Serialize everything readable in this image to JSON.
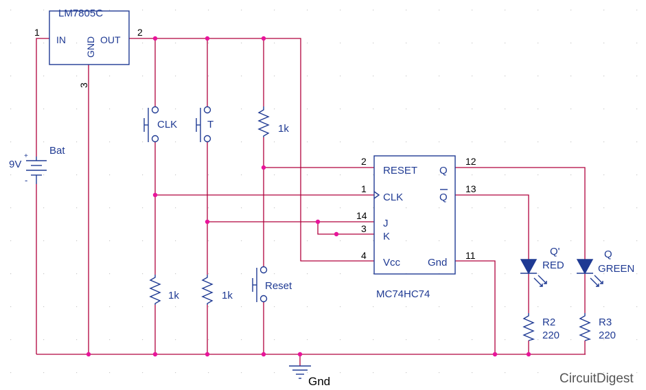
{
  "colors": {
    "wire": "#b0003c",
    "component": "#1f3a93",
    "node": "#e8149a",
    "pin_number": "#000000",
    "grid_dot": "#c8c8c8",
    "watermark": "#555555",
    "watermark_accent": "#2ab34a"
  },
  "regulator": {
    "name": "LM7805C",
    "in_label": "IN",
    "gnd_label": "GND",
    "out_label": "OUT",
    "pin_in": "1",
    "pin_out": "2",
    "pin_gnd": "3"
  },
  "battery": {
    "label": "Bat",
    "voltage": "9V",
    "plus": "+",
    "minus": "-"
  },
  "switches": {
    "clk": "CLK",
    "t": "T",
    "reset": "Reset"
  },
  "resistors": {
    "pullup": "1k",
    "clk_pulldown": "1k",
    "t_pulldown": "1k",
    "r2_name": "R2",
    "r2_value": "220",
    "r3_name": "R3",
    "r3_value": "220"
  },
  "ic": {
    "name": "MC74HC74",
    "pins": {
      "reset": "RESET",
      "clk": "CLK",
      "j": "J",
      "k": "K",
      "vcc": "Vcc",
      "q": "Q",
      "qbar": "Q",
      "gnd": "Gnd"
    },
    "pin_numbers": {
      "reset": "2",
      "clk": "1",
      "j": "14",
      "k": "3",
      "vcc": "4",
      "q": "12",
      "qbar": "13",
      "gnd": "11"
    }
  },
  "leds": {
    "red_signal": "Q'",
    "red_color": "RED",
    "green_signal": "Q",
    "green_color": "GREEN"
  },
  "ground_label": "Gnd",
  "watermark": {
    "text_1": "Circuit",
    "text_2": "Digest"
  }
}
